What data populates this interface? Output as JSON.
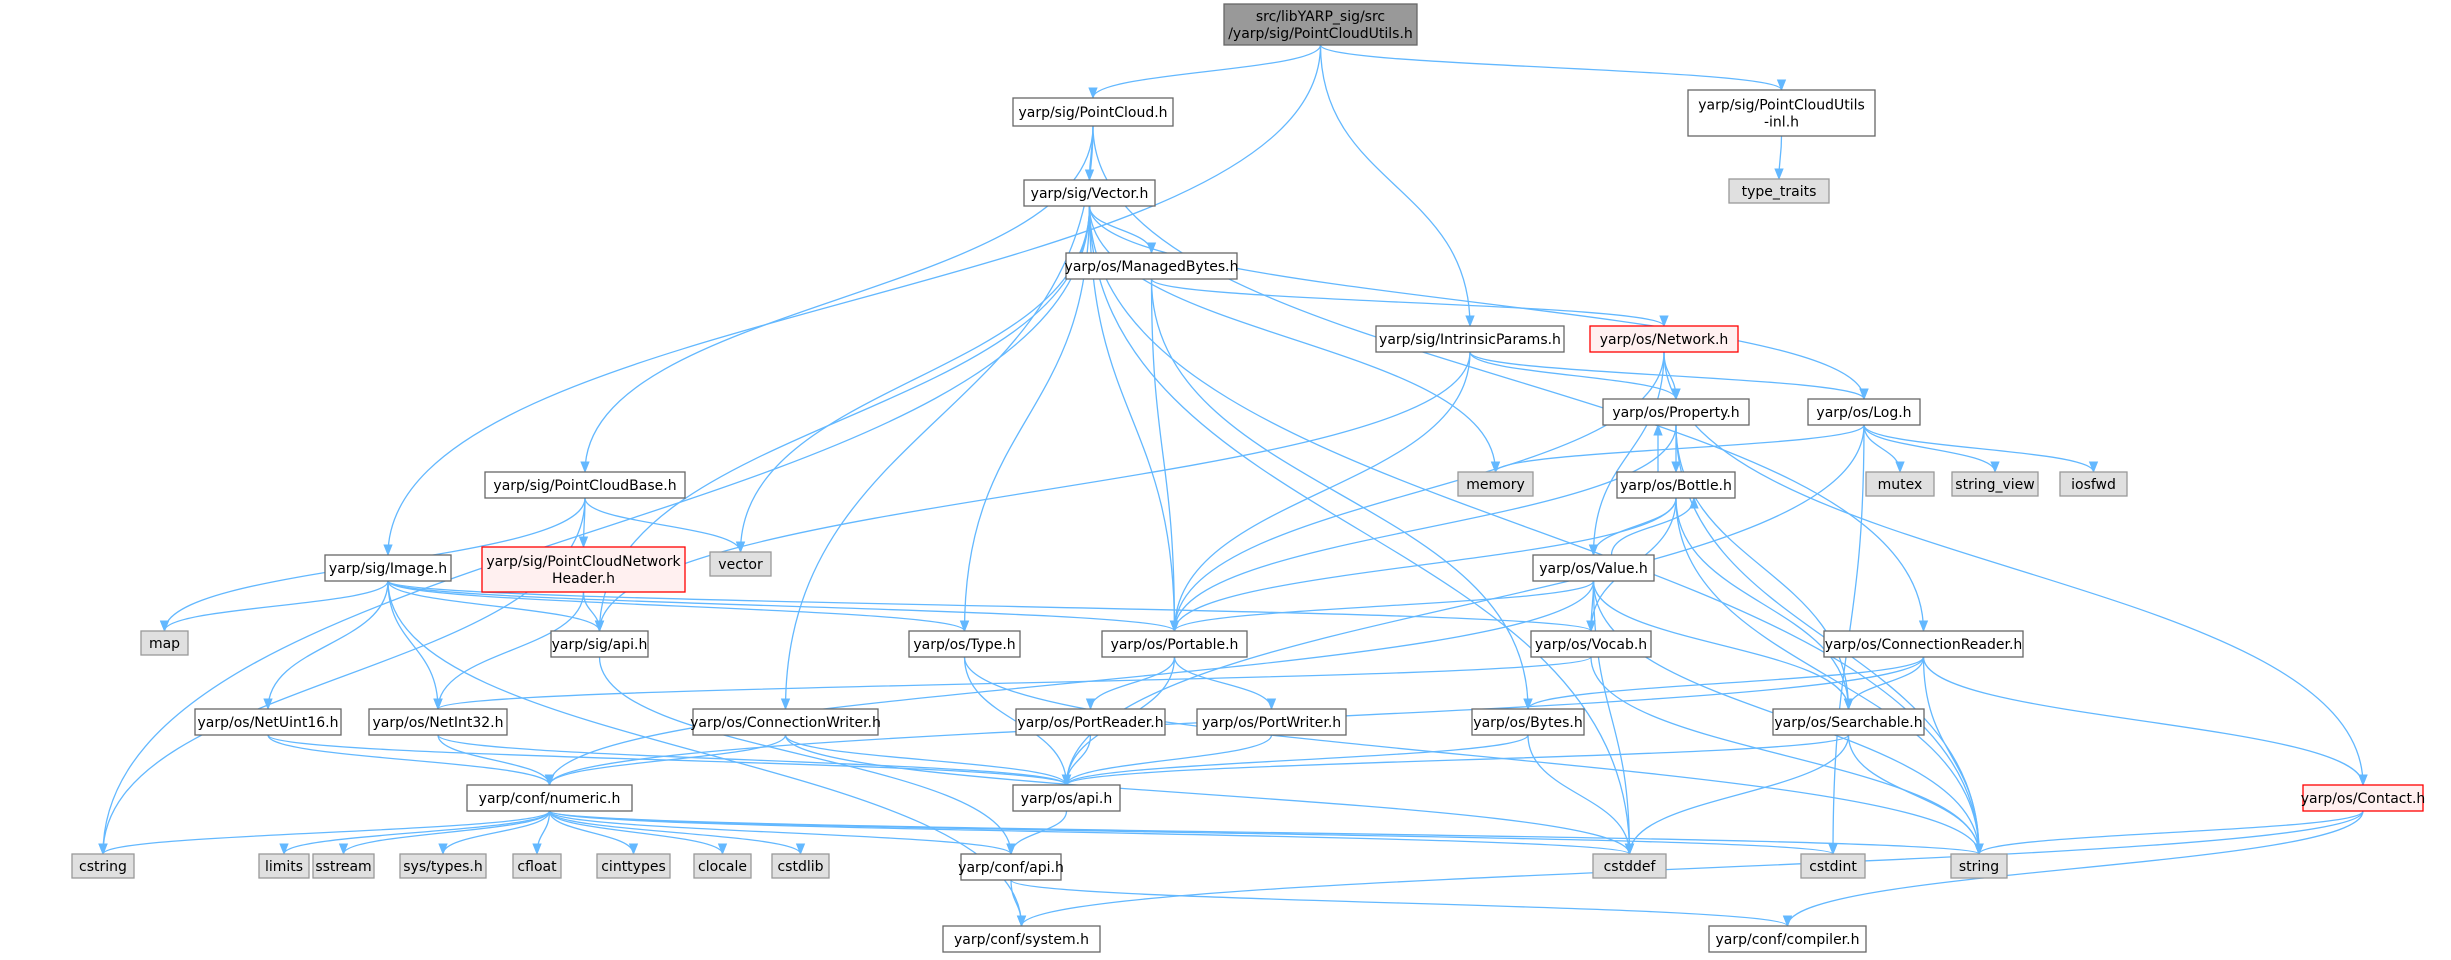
{
  "nodes": [
    {
      "id": "root",
      "lines": [
        "src/libYARP_sig/src",
        "/yarp/sig/PointCloudUtils.h"
      ],
      "kind": "root"
    },
    {
      "id": "pc",
      "lines": [
        "yarp/sig/PointCloud.h"
      ],
      "kind": "normal"
    },
    {
      "id": "pcui",
      "lines": [
        "yarp/sig/PointCloudUtils",
        "-inl.h"
      ],
      "kind": "normal"
    },
    {
      "id": "tt",
      "lines": [
        "type_traits"
      ],
      "kind": "system"
    },
    {
      "id": "vec",
      "lines": [
        "yarp/sig/Vector.h"
      ],
      "kind": "normal"
    },
    {
      "id": "mb",
      "lines": [
        "yarp/os/ManagedBytes.h"
      ],
      "kind": "normal"
    },
    {
      "id": "ip",
      "lines": [
        "yarp/sig/IntrinsicParams.h"
      ],
      "kind": "normal"
    },
    {
      "id": "net",
      "lines": [
        "yarp/os/Network.h"
      ],
      "kind": "truncated"
    },
    {
      "id": "prop",
      "lines": [
        "yarp/os/Property.h"
      ],
      "kind": "normal"
    },
    {
      "id": "log",
      "lines": [
        "yarp/os/Log.h"
      ],
      "kind": "normal"
    },
    {
      "id": "mem",
      "lines": [
        "memory"
      ],
      "kind": "system"
    },
    {
      "id": "bot",
      "lines": [
        "yarp/os/Bottle.h"
      ],
      "kind": "normal"
    },
    {
      "id": "mutex",
      "lines": [
        "mutex"
      ],
      "kind": "system"
    },
    {
      "id": "sv",
      "lines": [
        "string_view"
      ],
      "kind": "system"
    },
    {
      "id": "iosfwd",
      "lines": [
        "iosfwd"
      ],
      "kind": "system"
    },
    {
      "id": "pcb",
      "lines": [
        "yarp/sig/PointCloudBase.h"
      ],
      "kind": "normal"
    },
    {
      "id": "pcnh",
      "lines": [
        "yarp/sig/PointCloudNetwork",
        "Header.h"
      ],
      "kind": "truncated"
    },
    {
      "id": "vector",
      "lines": [
        "vector"
      ],
      "kind": "system"
    },
    {
      "id": "img",
      "lines": [
        "yarp/sig/Image.h"
      ],
      "kind": "normal"
    },
    {
      "id": "val",
      "lines": [
        "yarp/os/Value.h"
      ],
      "kind": "normal"
    },
    {
      "id": "map",
      "lines": [
        "map"
      ],
      "kind": "system"
    },
    {
      "id": "sigapi",
      "lines": [
        "yarp/sig/api.h"
      ],
      "kind": "normal"
    },
    {
      "id": "type",
      "lines": [
        "yarp/os/Type.h"
      ],
      "kind": "normal"
    },
    {
      "id": "port",
      "lines": [
        "yarp/os/Portable.h"
      ],
      "kind": "normal"
    },
    {
      "id": "vocab",
      "lines": [
        "yarp/os/Vocab.h"
      ],
      "kind": "normal"
    },
    {
      "id": "cr",
      "lines": [
        "yarp/os/ConnectionReader.h"
      ],
      "kind": "normal"
    },
    {
      "id": "nu16",
      "lines": [
        "yarp/os/NetUint16.h"
      ],
      "kind": "normal"
    },
    {
      "id": "ni32",
      "lines": [
        "yarp/os/NetInt32.h"
      ],
      "kind": "normal"
    },
    {
      "id": "cw",
      "lines": [
        "yarp/os/ConnectionWriter.h"
      ],
      "kind": "normal"
    },
    {
      "id": "pr",
      "lines": [
        "yarp/os/PortReader.h"
      ],
      "kind": "normal"
    },
    {
      "id": "pw",
      "lines": [
        "yarp/os/PortWriter.h"
      ],
      "kind": "normal"
    },
    {
      "id": "bytes",
      "lines": [
        "yarp/os/Bytes.h"
      ],
      "kind": "normal"
    },
    {
      "id": "srch",
      "lines": [
        "yarp/os/Searchable.h"
      ],
      "kind": "normal"
    },
    {
      "id": "cnum",
      "lines": [
        "yarp/conf/numeric.h"
      ],
      "kind": "normal"
    },
    {
      "id": "osapi",
      "lines": [
        "yarp/os/api.h"
      ],
      "kind": "normal"
    },
    {
      "id": "contact",
      "lines": [
        "yarp/os/Contact.h"
      ],
      "kind": "truncated"
    },
    {
      "id": "cstring",
      "lines": [
        "cstring"
      ],
      "kind": "system"
    },
    {
      "id": "limits",
      "lines": [
        "limits"
      ],
      "kind": "system"
    },
    {
      "id": "sstream",
      "lines": [
        "sstream"
      ],
      "kind": "system"
    },
    {
      "id": "systypes",
      "lines": [
        "sys/types.h"
      ],
      "kind": "system"
    },
    {
      "id": "cfloat",
      "lines": [
        "cfloat"
      ],
      "kind": "system"
    },
    {
      "id": "cinttypes",
      "lines": [
        "cinttypes"
      ],
      "kind": "system"
    },
    {
      "id": "clocale",
      "lines": [
        "clocale"
      ],
      "kind": "system"
    },
    {
      "id": "cstdlib",
      "lines": [
        "cstdlib"
      ],
      "kind": "system"
    },
    {
      "id": "confapi",
      "lines": [
        "yarp/conf/api.h"
      ],
      "kind": "normal"
    },
    {
      "id": "cstddef",
      "lines": [
        "cstddef"
      ],
      "kind": "system"
    },
    {
      "id": "cstdint",
      "lines": [
        "cstdint"
      ],
      "kind": "system"
    },
    {
      "id": "string",
      "lines": [
        "string"
      ],
      "kind": "system"
    },
    {
      "id": "system",
      "lines": [
        "yarp/conf/system.h"
      ],
      "kind": "normal"
    },
    {
      "id": "compiler",
      "lines": [
        "yarp/conf/compiler.h"
      ],
      "kind": "normal"
    }
  ],
  "edges": [
    [
      "root",
      "pc"
    ],
    [
      "root",
      "pcui"
    ],
    [
      "root",
      "img"
    ],
    [
      "root",
      "ip"
    ],
    [
      "pcui",
      "tt"
    ],
    [
      "pc",
      "vec"
    ],
    [
      "pc",
      "pcb"
    ],
    [
      "pc",
      "cw"
    ],
    [
      "pc",
      "cr"
    ],
    [
      "vec",
      "mb"
    ],
    [
      "vec",
      "log"
    ],
    [
      "vec",
      "mem"
    ],
    [
      "vec",
      "string"
    ],
    [
      "vec",
      "cstddef"
    ],
    [
      "vec",
      "vector"
    ],
    [
      "vec",
      "cstring"
    ],
    [
      "vec",
      "sigapi"
    ],
    [
      "vec",
      "type"
    ],
    [
      "vec",
      "port"
    ],
    [
      "mb",
      "net"
    ],
    [
      "mb",
      "port"
    ],
    [
      "mb",
      "bytes"
    ],
    [
      "ip",
      "prop"
    ],
    [
      "ip",
      "log"
    ],
    [
      "ip",
      "port"
    ],
    [
      "ip",
      "sigapi"
    ],
    [
      "net",
      "prop"
    ],
    [
      "net",
      "val"
    ],
    [
      "net",
      "port"
    ],
    [
      "net",
      "contact"
    ],
    [
      "prop",
      "bot"
    ],
    [
      "prop",
      "srch"
    ],
    [
      "prop",
      "port"
    ],
    [
      "prop",
      "string"
    ],
    [
      "log",
      "mem"
    ],
    [
      "log",
      "mutex"
    ],
    [
      "log",
      "sv"
    ],
    [
      "log",
      "iosfwd"
    ],
    [
      "log",
      "osapi"
    ],
    [
      "log",
      "cstdint"
    ],
    [
      "bot",
      "prop"
    ],
    [
      "bot",
      "val"
    ],
    [
      "bot",
      "port"
    ],
    [
      "bot",
      "vocab"
    ],
    [
      "bot",
      "srch"
    ],
    [
      "bot",
      "string"
    ],
    [
      "val",
      "bot"
    ],
    [
      "val",
      "port"
    ],
    [
      "val",
      "vocab"
    ],
    [
      "val",
      "srch"
    ],
    [
      "val",
      "cstddef"
    ],
    [
      "val",
      "string"
    ],
    [
      "val",
      "cnum"
    ],
    [
      "pcb",
      "pcnh"
    ],
    [
      "pcb",
      "vector"
    ],
    [
      "pcb",
      "map"
    ],
    [
      "pcb",
      "cstring"
    ],
    [
      "pcnh",
      "sigapi"
    ],
    [
      "pcnh",
      "ni32"
    ],
    [
      "img",
      "map"
    ],
    [
      "img",
      "sigapi"
    ],
    [
      "img",
      "type"
    ],
    [
      "img",
      "port"
    ],
    [
      "img",
      "vocab"
    ],
    [
      "img",
      "nu16"
    ],
    [
      "img",
      "ni32"
    ],
    [
      "img",
      "system"
    ],
    [
      "sigapi",
      "confapi"
    ],
    [
      "type",
      "osapi"
    ],
    [
      "type",
      "string"
    ],
    [
      "port",
      "pr"
    ],
    [
      "port",
      "pw"
    ],
    [
      "port",
      "osapi"
    ],
    [
      "vocab",
      "ni32"
    ],
    [
      "vocab",
      "string"
    ],
    [
      "cr",
      "bytes"
    ],
    [
      "cr",
      "srch"
    ],
    [
      "cr",
      "contact"
    ],
    [
      "cr",
      "string"
    ],
    [
      "cr",
      "cnum"
    ],
    [
      "nu16",
      "cnum"
    ],
    [
      "nu16",
      "osapi"
    ],
    [
      "ni32",
      "cnum"
    ],
    [
      "ni32",
      "osapi"
    ],
    [
      "cw",
      "cnum"
    ],
    [
      "cw",
      "osapi"
    ],
    [
      "cw",
      "cstddef"
    ],
    [
      "pr",
      "osapi"
    ],
    [
      "pw",
      "osapi"
    ],
    [
      "bytes",
      "osapi"
    ],
    [
      "bytes",
      "cstddef"
    ],
    [
      "srch",
      "osapi"
    ],
    [
      "srch",
      "string"
    ],
    [
      "srch",
      "cstddef"
    ],
    [
      "cnum",
      "cstring"
    ],
    [
      "cnum",
      "limits"
    ],
    [
      "cnum",
      "sstream"
    ],
    [
      "cnum",
      "systypes"
    ],
    [
      "cnum",
      "cfloat"
    ],
    [
      "cnum",
      "cinttypes"
    ],
    [
      "cnum",
      "clocale"
    ],
    [
      "cnum",
      "cstdlib"
    ],
    [
      "cnum",
      "confapi"
    ],
    [
      "cnum",
      "cstddef"
    ],
    [
      "cnum",
      "cstdint"
    ],
    [
      "cnum",
      "string"
    ],
    [
      "osapi",
      "confapi"
    ],
    [
      "confapi",
      "system"
    ],
    [
      "confapi",
      "compiler"
    ],
    [
      "contact",
      "string"
    ],
    [
      "contact",
      "system"
    ],
    [
      "contact",
      "compiler"
    ]
  ],
  "colors": {
    "edge": "#63b8ff",
    "node_border": "#666666",
    "root_fill": "#999999",
    "root_border": "#666666",
    "system_fill": "#e0e0e0",
    "system_border": "#999999",
    "truncated_border": "#ff0000",
    "truncated_fill": "#fff0f0",
    "normal_fill": "#ffffff"
  }
}
